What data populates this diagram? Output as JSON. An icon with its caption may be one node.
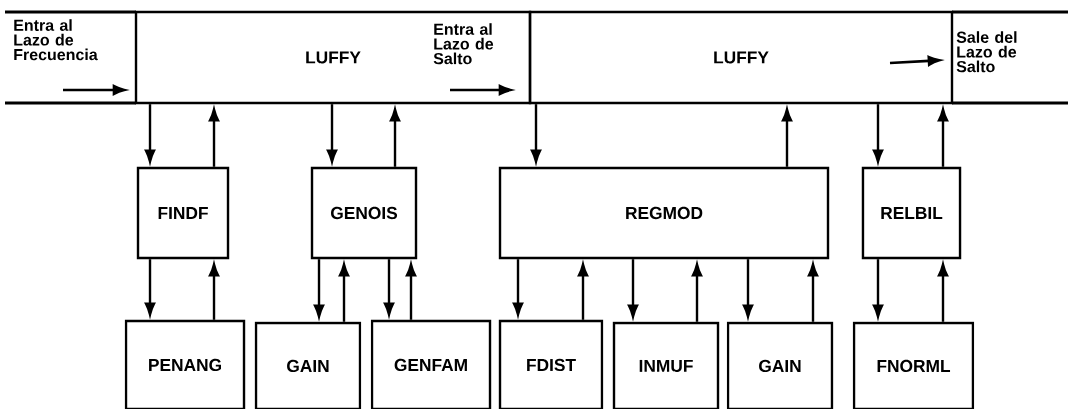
{
  "diagram": {
    "nodes": [
      {
        "text": [
          "LUFFY"
        ]
      },
      {
        "text": [
          "LUFFY"
        ]
      },
      {
        "text": [
          "FINDF"
        ]
      },
      {
        "text": [
          "GENOIS"
        ]
      },
      {
        "text": [
          "REGMOD"
        ]
      },
      {
        "text": [
          "RELBIL"
        ]
      },
      {
        "text": [
          "PENANG"
        ]
      },
      {
        "text": [
          "GAIN"
        ]
      },
      {
        "text": [
          "GENFAM"
        ]
      },
      {
        "text": [
          "FDIST"
        ]
      },
      {
        "text": [
          "INMUF"
        ]
      },
      {
        "text": [
          "GAIN"
        ]
      },
      {
        "text": [
          "FNORML"
        ]
      }
    ],
    "edges": [
      {
        "from": 0,
        "to": 2,
        "arrow": "to"
      },
      {
        "from": 2,
        "to": 0,
        "arrow": "to"
      },
      {
        "from": 0,
        "to": 3,
        "arrow": "to"
      },
      {
        "from": 3,
        "to": 0,
        "arrow": "to"
      },
      {
        "from": 1,
        "to": 4,
        "arrow": "to"
      },
      {
        "from": 4,
        "to": 1,
        "arrow": "to"
      },
      {
        "from": 1,
        "to": 5,
        "arrow": "to"
      },
      {
        "from": 5,
        "to": 1,
        "arrow": "to"
      },
      {
        "from": 2,
        "to": 6,
        "arrow": "to"
      },
      {
        "from": 6,
        "to": 2,
        "arrow": "to"
      },
      {
        "from": 3,
        "to": 7,
        "arrow": "to"
      },
      {
        "from": 7,
        "to": 3,
        "arrow": "to"
      },
      {
        "from": 3,
        "to": 8,
        "arrow": "to"
      },
      {
        "from": 8,
        "to": 3,
        "arrow": "to"
      },
      {
        "from": 4,
        "to": 9,
        "arrow": "to"
      },
      {
        "from": 9,
        "to": 4,
        "arrow": "to"
      },
      {
        "from": 4,
        "to": 10,
        "arrow": "to"
      },
      {
        "from": 10,
        "to": 4,
        "arrow": "to"
      },
      {
        "from": 4,
        "to": 11,
        "arrow": "to"
      },
      {
        "from": 11,
        "to": 4,
        "arrow": "to"
      },
      {
        "from": 5,
        "to": 12,
        "arrow": "to"
      },
      {
        "from": 12,
        "to": 5,
        "arrow": "to"
      }
    ],
    "labels": [
      "Entra al Lazo de Frecuencia",
      "Entra al Lazo de Salto",
      "Sale del Lazo de Salto"
    ]
  }
}
